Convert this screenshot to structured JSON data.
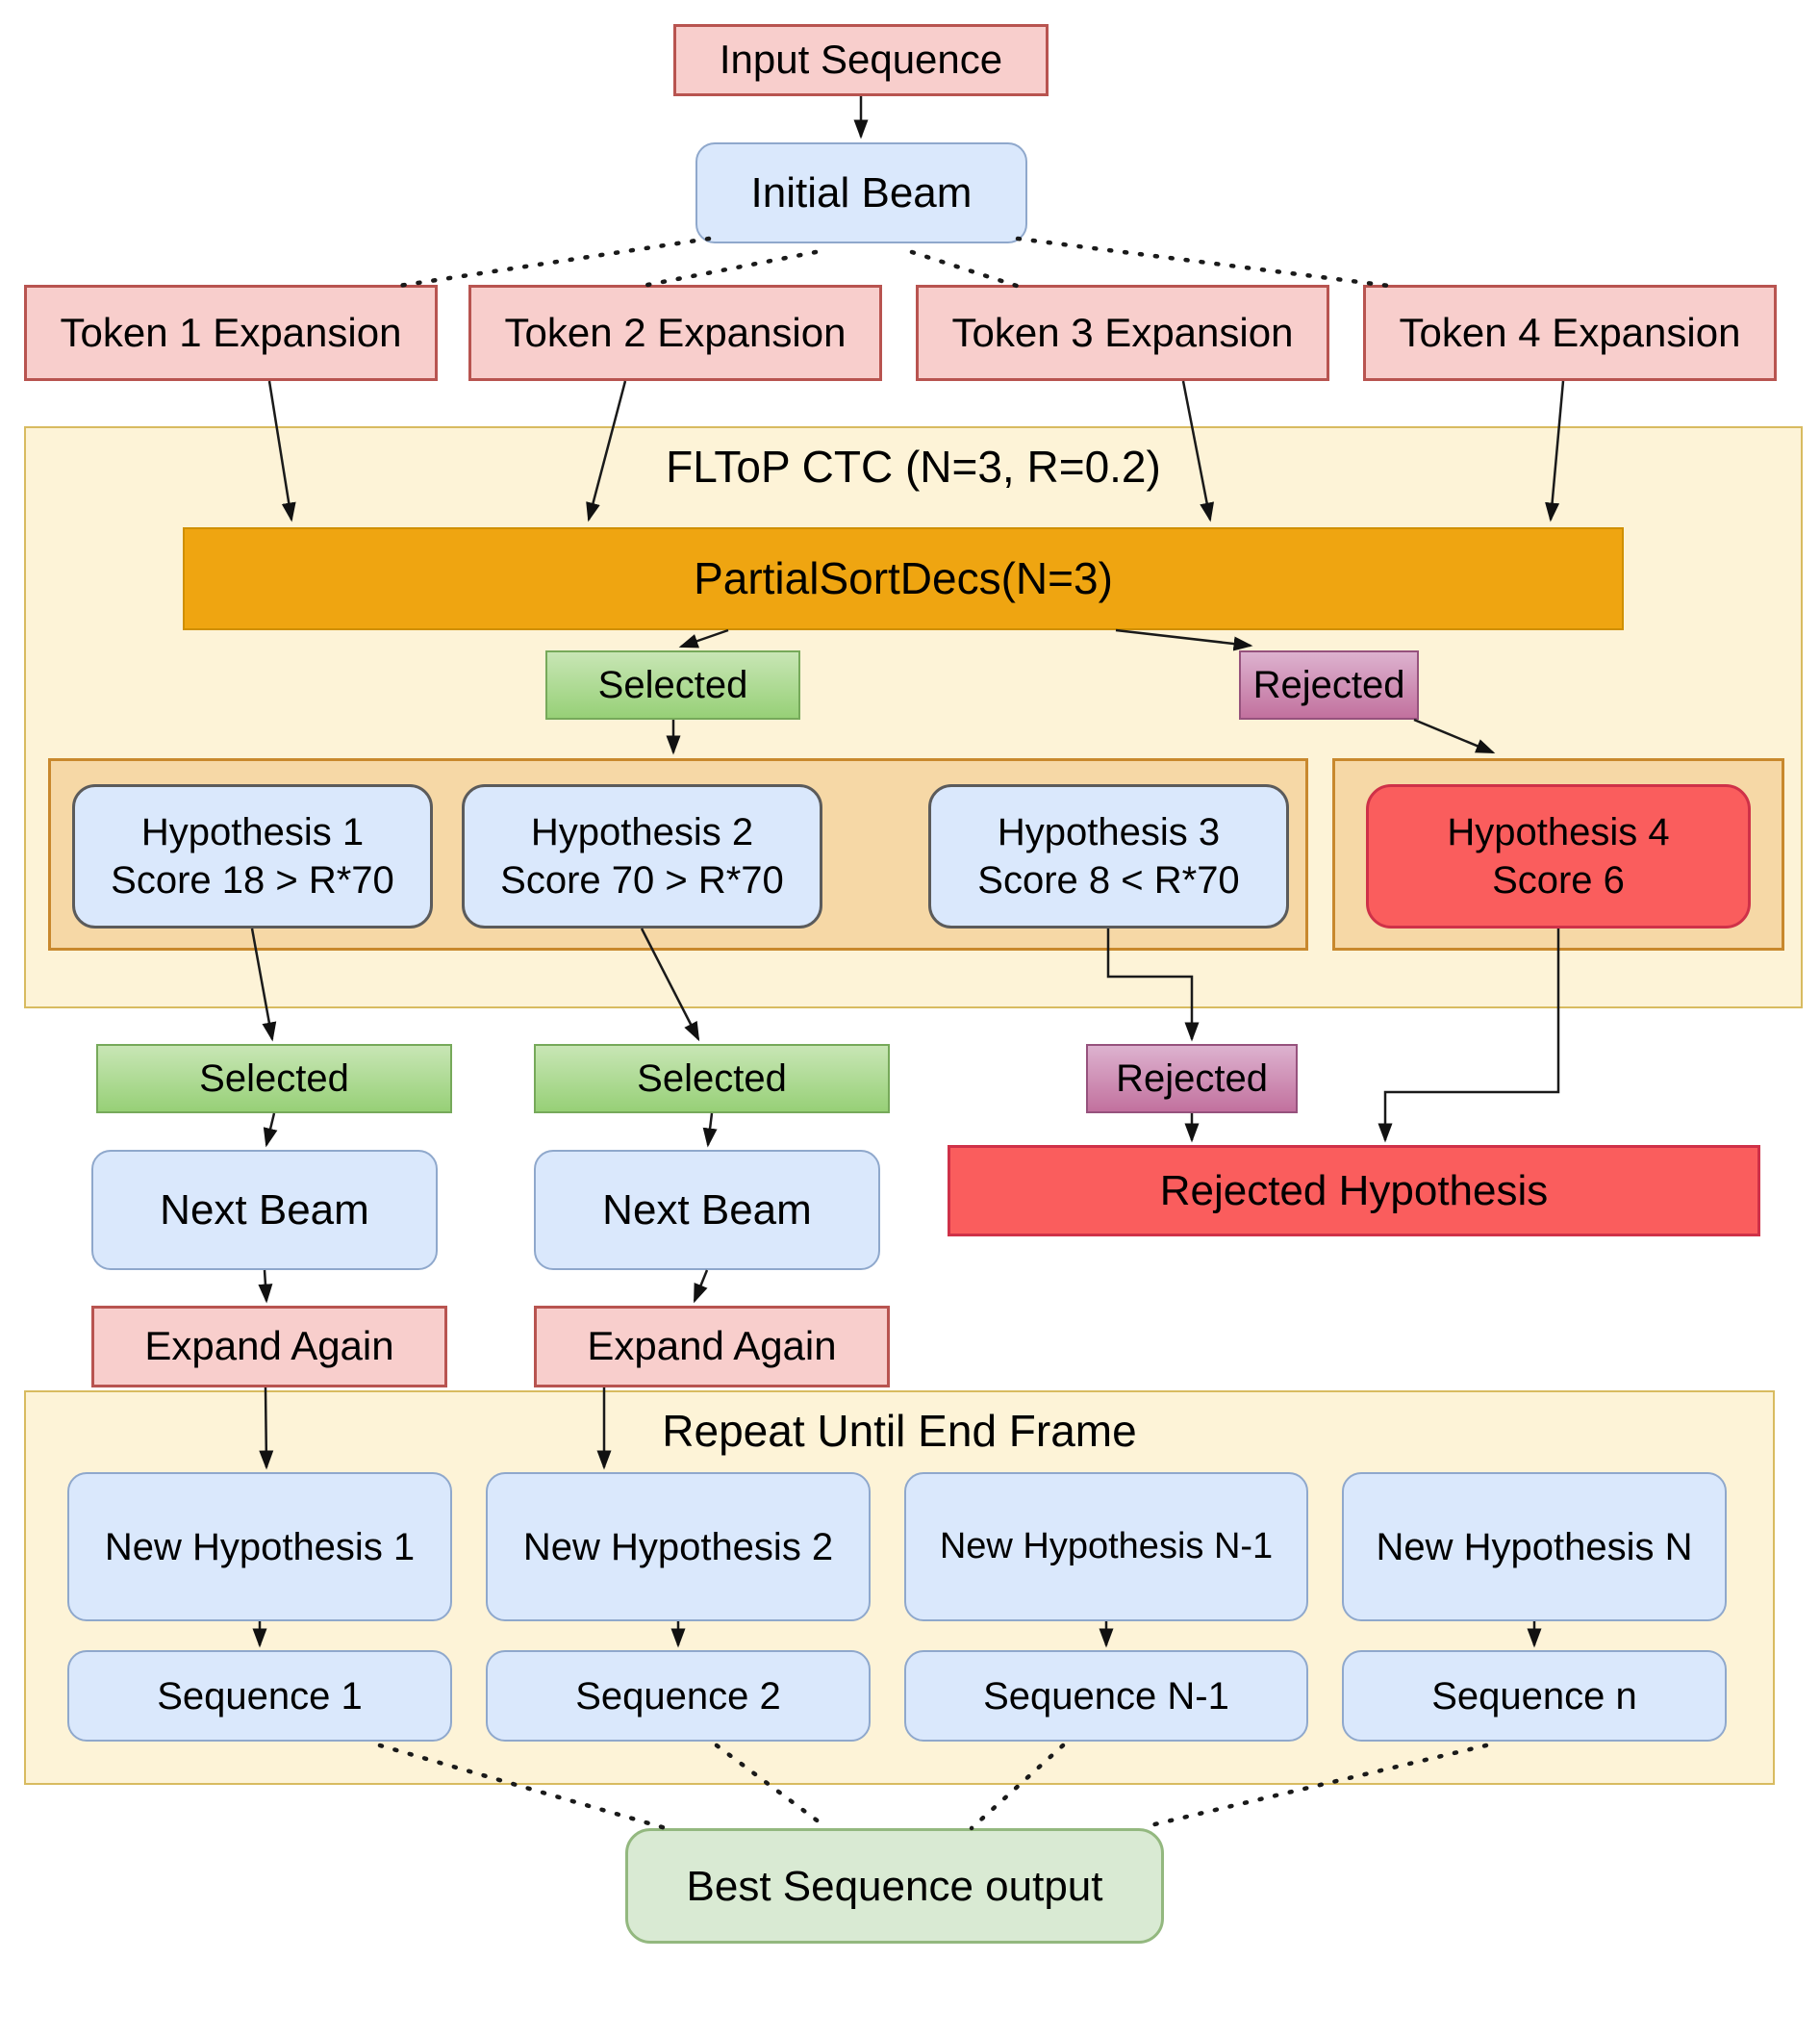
{
  "diagram": {
    "input_sequence": "Input Sequence",
    "initial_beam": "Initial Beam",
    "tokens": [
      "Token 1 Expansion",
      "Token 2 Expansion",
      "Token 3 Expansion",
      "Token 4 Expansion"
    ],
    "fltop": {
      "title": "FLToP CTC (N=3, R=0.2)",
      "partial_sort": "PartialSortDecs(N=3)",
      "hypotheses": [
        {
          "line1": "Hypothesis 1",
          "line2": "Score 18 > R*70"
        },
        {
          "line1": "Hypothesis 2",
          "line2": "Score 70 > R*70"
        },
        {
          "line1": "Hypothesis 3",
          "line2": "Score 8 < R*70"
        },
        {
          "line1": "Hypothesis 4",
          "line2": "Score 6"
        }
      ]
    },
    "badges": {
      "selected": "Selected",
      "rejected": "Rejected"
    },
    "next_beam": "Next Beam",
    "rejected_hypothesis": "Rejected Hypothesis",
    "expand_again": "Expand Again",
    "repeat": {
      "title": "Repeat Until End Frame",
      "new_hypotheses": [
        "New Hypothesis 1",
        "New Hypothesis 2",
        "New Hypothesis N-1",
        "New Hypothesis N"
      ],
      "sequences": [
        "Sequence 1",
        "Sequence 2",
        "Sequence N-1",
        "Sequence n"
      ]
    },
    "best_sequence": "Best Sequence output"
  },
  "colors": {
    "pink_fill": "#f8cecc",
    "pink_border": "#b85450",
    "blue_fill": "#dae8fc",
    "blue_border": "#8fa8cc",
    "hyp_border": "#5b5b5b",
    "green_top": "#c8e6b5",
    "green_bottom": "#97d077",
    "green_border": "#76a95a",
    "magenta_top": "#ddb2cf",
    "magenta_bottom": "#c2719e",
    "magenta_border": "#96527d",
    "orange_fill": "#efa511",
    "orange_border": "#cf8f00",
    "cream_fill": "#fdf3d7",
    "cream_border": "#d8bb60",
    "tan_fill": "#f6d8a6",
    "tan_border": "#c8882d",
    "red_fill": "#fa5d5d",
    "red_border": "#cf3148",
    "bestgreen_fill": "#d9ead3",
    "bestgreen_border": "#93b87f",
    "line_color": "#1a1a1a"
  }
}
